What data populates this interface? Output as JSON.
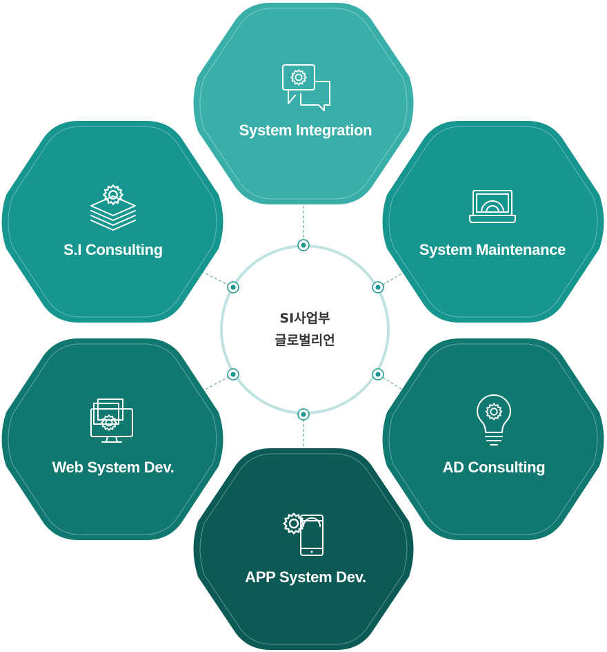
{
  "center": {
    "line1": "SI사업부",
    "line2": "글로벌리언"
  },
  "nodes": [
    {
      "label": "System Integration",
      "icon": "chat-gear-icon",
      "color": "#3aafa9"
    },
    {
      "label": "S.I Consulting",
      "icon": "layers-gear-icon",
      "color": "#16968f"
    },
    {
      "label": "System Maintenance",
      "icon": "laptop-gear-icon",
      "color": "#16968f"
    },
    {
      "label": "Web System Dev.",
      "icon": "monitor-gear-icon",
      "color": "#117870"
    },
    {
      "label": "AD Consulting",
      "icon": "lightbulb-gear-icon",
      "color": "#117870"
    },
    {
      "label": "APP System Dev.",
      "icon": "phone-gear-icon",
      "color": "#0c5a55"
    }
  ],
  "colors": {
    "ring": "#bfe3e0",
    "dot": "#16968f",
    "connector": "#6aa9a4"
  }
}
